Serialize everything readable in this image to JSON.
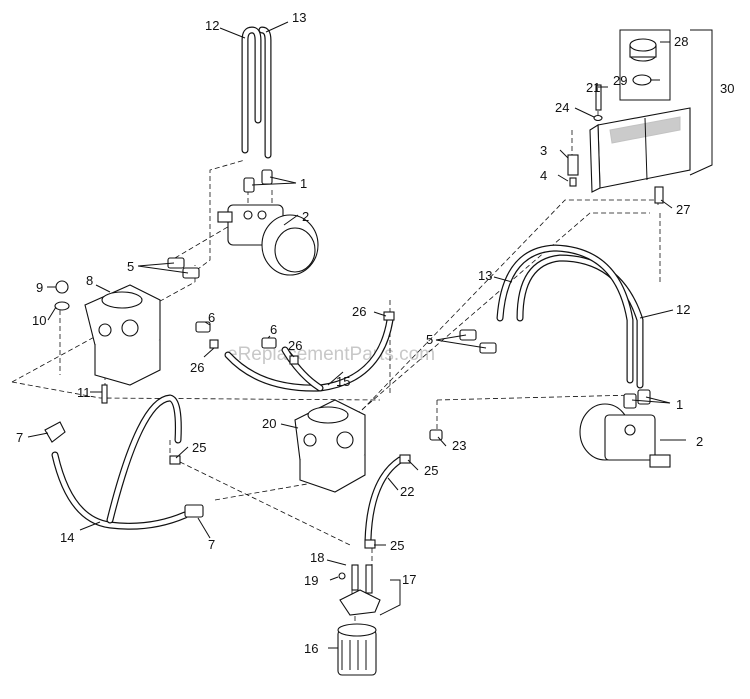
{
  "watermark": "eReplacementParts.com",
  "callouts": {
    "c1a": "1",
    "c1b": "1",
    "c2a": "2",
    "c2b": "2",
    "c3": "3",
    "c4": "4",
    "c5a": "5",
    "c5b": "5",
    "c6a": "6",
    "c6b": "6",
    "c7a": "7",
    "c7b": "7",
    "c8": "8",
    "c9": "9",
    "c10": "10",
    "c11": "11",
    "c12a": "12",
    "c12b": "12",
    "c13a": "13",
    "c13b": "13",
    "c14": "14",
    "c15": "15",
    "c16": "16",
    "c17": "17",
    "c18": "18",
    "c19": "19",
    "c20": "20",
    "c21": "21",
    "c22": "22",
    "c23": "23",
    "c24": "24",
    "c25a": "25",
    "c25b": "25",
    "c25c": "25",
    "c26a": "26",
    "c26b": "26",
    "c26c": "26",
    "c27": "27",
    "c28": "28",
    "c29": "29",
    "c30": "30"
  }
}
